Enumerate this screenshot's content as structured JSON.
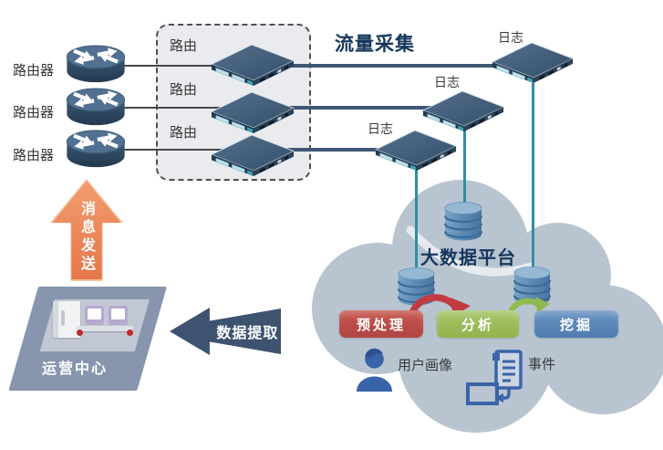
{
  "routers": [
    {
      "label": "路由器"
    },
    {
      "label": "路由器"
    },
    {
      "label": "路由器"
    }
  ],
  "route_cluster": {
    "devices": [
      {
        "label": "路由"
      },
      {
        "label": "路由"
      },
      {
        "label": "路由"
      }
    ]
  },
  "flow_collection_label": "流量采集",
  "log_collectors": [
    {
      "label": "日志"
    },
    {
      "label": "日志"
    },
    {
      "label": "日志"
    }
  ],
  "cloud": {
    "title": "大数据平台",
    "stages": [
      {
        "label": "预处理",
        "color": "#b14542"
      },
      {
        "label": "分析",
        "color": "#92b34d"
      },
      {
        "label": "挖掘",
        "color": "#4f7cb0"
      }
    ],
    "outputs": [
      {
        "label": "用户画像",
        "icon": "user-icon"
      },
      {
        "label": "事件",
        "icon": "event-doc-icon"
      }
    ]
  },
  "arrows": {
    "message_send": "消息发送",
    "data_extract": "数据提取"
  },
  "operations_center": {
    "label": "运营中心"
  },
  "colors": {
    "cloud": "#b9c4d1",
    "device_body": "#35516c",
    "teal_line": "#2e8fa0",
    "dark_line": "#3e5774",
    "navy_text": "#17375d",
    "orange_arrow": "#e5764b",
    "extract_arrow": "#3d5370",
    "icon_blue": "#3a64a8",
    "platform_outer": "#8796ae",
    "platform_inner": "#c1c8d3"
  }
}
